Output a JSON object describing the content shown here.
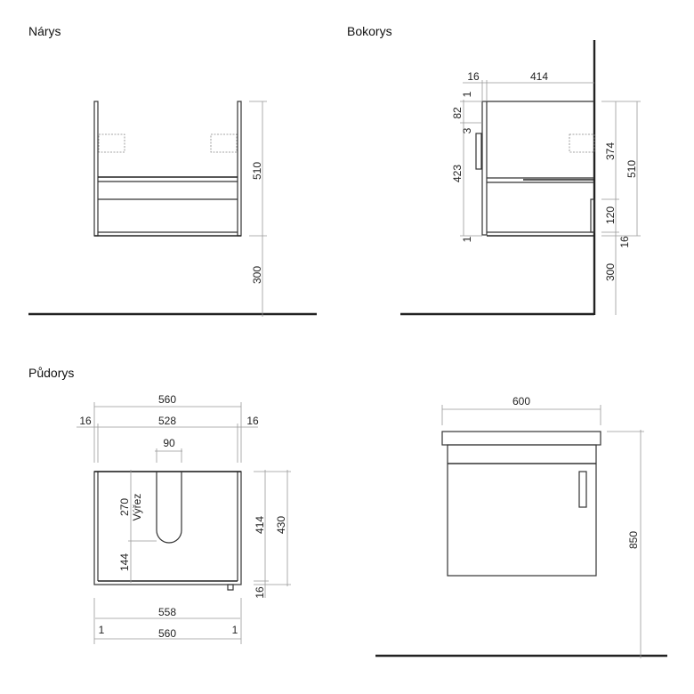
{
  "views": {
    "front": {
      "title": "Nárys",
      "dims": [
        "510",
        "300"
      ]
    },
    "side": {
      "title": "Bokorys",
      "dims": {
        "top_16": "16",
        "top_414": "414",
        "l_1a": "1",
        "l_82": "82",
        "l_3": "3",
        "l_423": "423",
        "l_1b": "1",
        "r_374": "374",
        "r_120": "120",
        "r_300": "300",
        "r_510": "510",
        "r_16": "16"
      }
    },
    "plan": {
      "title": "Půdorys",
      "dims": {
        "w560": "560",
        "w528": "528",
        "l16": "16",
        "r16": "16",
        "w90": "90",
        "h270": "270",
        "cutout": "Výřez",
        "h144": "144",
        "h414": "414",
        "h430": "430",
        "h16": "16",
        "b558": "558",
        "b560": "560",
        "b1l": "1",
        "b1r": "1"
      }
    },
    "assembly": {
      "dims": {
        "w600": "600",
        "h850": "850"
      }
    }
  }
}
